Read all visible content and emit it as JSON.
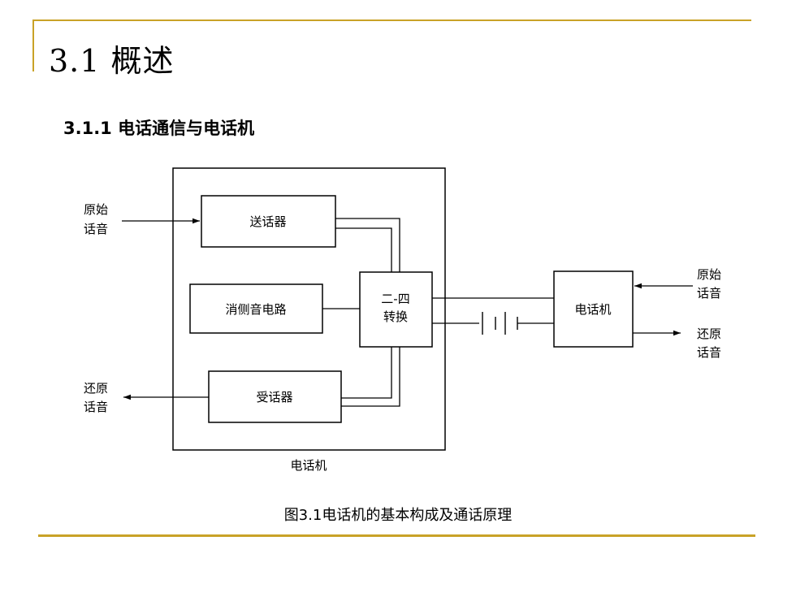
{
  "slide": {
    "title": "3.1 概述",
    "subtitle": "3.1.1  电话通信与电话机",
    "caption": "图3.1电话机的基本构成及通话原理",
    "accent_color": "#C9A227"
  },
  "diagram": {
    "blocks": {
      "transmitter": "送话器",
      "sidetone": "消侧音电路",
      "hybrid_line1": "二-四",
      "hybrid_line2": "转换",
      "receiver": "受话器",
      "remote_phone": "电话机"
    },
    "phone_label": "电话机",
    "left_in_line1": "原始",
    "left_in_line2": "话音",
    "left_out_line1": "还原",
    "left_out_line2": "话音",
    "right_in_line1": "原始",
    "right_in_line2": "话音",
    "right_out_line1": "还原",
    "right_out_line2": "话音"
  }
}
